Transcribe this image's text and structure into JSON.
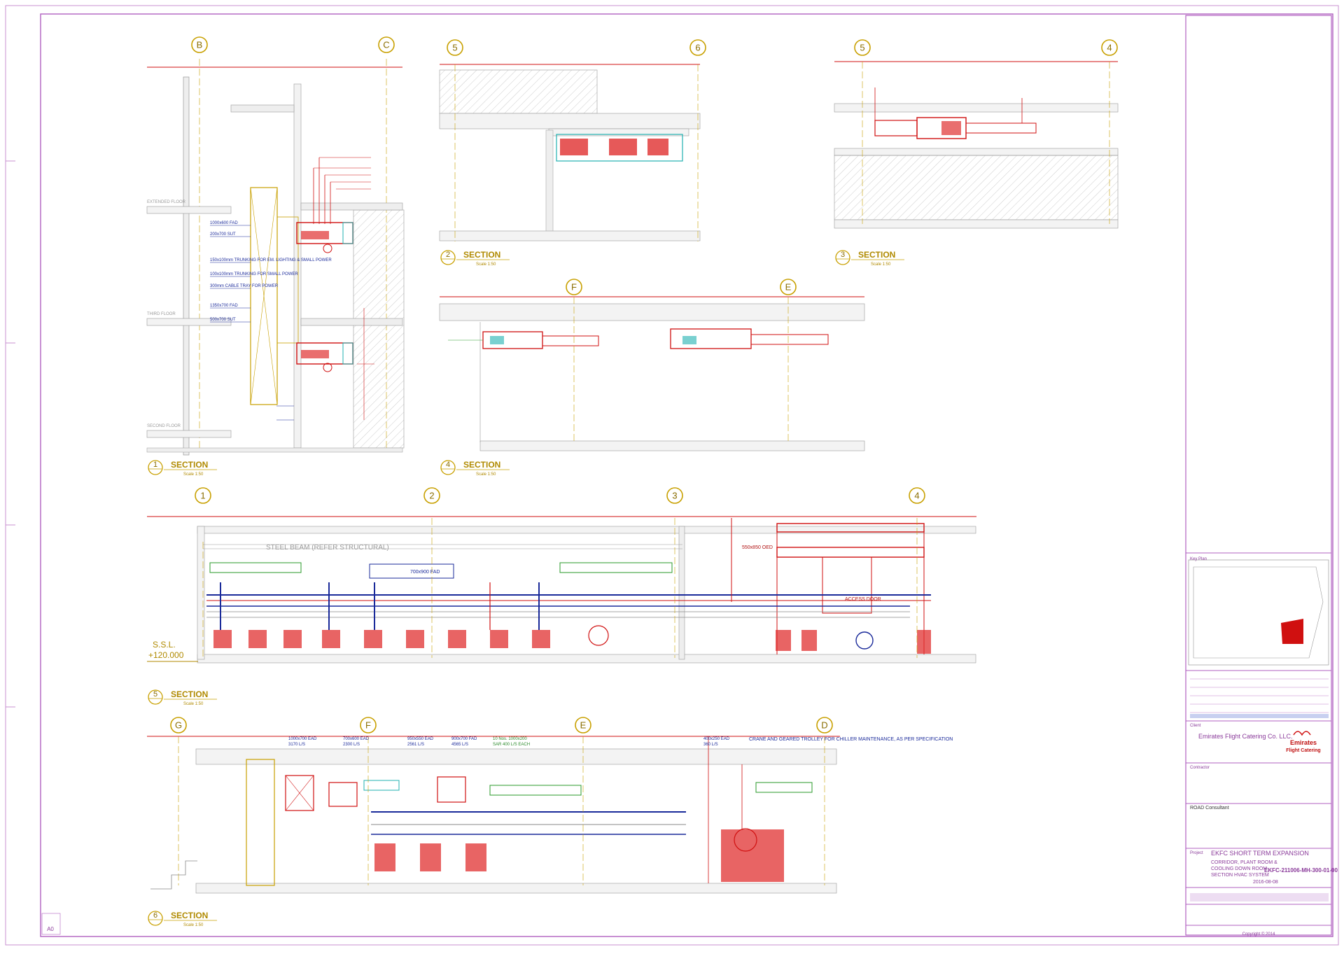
{
  "sections": [
    {
      "id": "sec1",
      "number": "1",
      "title": "SECTION",
      "scale": "Scale 1:50"
    },
    {
      "id": "sec2",
      "number": "2",
      "title": "SECTION",
      "scale": "Scale 1:50"
    },
    {
      "id": "sec3",
      "number": "3",
      "title": "SECTION",
      "scale": "Scale 1:50"
    },
    {
      "id": "sec4",
      "number": "4",
      "title": "SECTION",
      "scale": "Scale 1:50"
    },
    {
      "id": "sec5",
      "number": "5",
      "title": "SECTION",
      "scale": "Scale 1:50"
    },
    {
      "id": "sec6",
      "number": "6",
      "title": "SECTION",
      "scale": "Scale 1:50"
    }
  ],
  "grid_bubbles": {
    "sec1": [
      "B",
      "C"
    ],
    "sec2": [
      "5",
      "6"
    ],
    "sec3": [
      "5",
      "4"
    ],
    "sec4": [
      "F",
      "E"
    ],
    "sec5": [
      "1",
      "2",
      "3",
      "4"
    ],
    "sec6": [
      "G",
      "F",
      "E",
      "D"
    ]
  },
  "labels": {
    "steel_beam": "STEEL BEAM (REFER STRUCTURAL)",
    "ssl": "S.S.L.",
    "ssl_level": "+120.000",
    "fad_main": "700x900 FAD",
    "oed": "550x850 OED",
    "access_door": "ACCESS DOOR",
    "crane_note": "CRANE AND GEARED TROLLEY FOR CHILLER MAINTENANCE, AS PER SPECIFICATION",
    "duct_labels_sec6": [
      {
        "size": "1000x700 EAD",
        "flow": "3170 L/S"
      },
      {
        "size": "700x600 EAD",
        "flow": "2300 L/S"
      },
      {
        "size": "950x550 EAD",
        "flow": "2561 L/S"
      },
      {
        "size": "900x700 FAD",
        "flow": "4565 L/S"
      },
      {
        "size": "10 Nos. 1000x200",
        "flow": "SAR 400 L/S EACH"
      },
      {
        "size": "400x250 EAD",
        "flow": "360 L/S"
      }
    ],
    "sec1_notes": [
      "1000x600 FAD",
      "200x700 SUT",
      "150x100mm TRUNKING FOR EM. LIGHTING & SMALL POWER",
      "100x100mm TRUNKING FOR SMALL POWER",
      "300mm CABLE TRAY FOR POWER",
      "1350x700 FAD",
      "500x700 SUT"
    ],
    "sec1_floors": [
      "EXTENDED FLOOR",
      "THIRD FLOOR",
      "SECOND FLOOR"
    ]
  },
  "title_block": {
    "key_plan_label": "Key Plan",
    "client_label": "Client",
    "client_name": "Emirates Flight Catering Co. LLC.",
    "client_logo_text": "Emirates",
    "client_logo_sub": "Flight Catering",
    "contractor_label": "Contractor",
    "consultant": "ROAD Consultant",
    "project_label": "Project",
    "project_name": "EKFC SHORT TERM EXPANSION",
    "drawing_title_lines": [
      "CORRIDOR, PLANT ROOM &",
      "COOLING DOWN ROOM",
      "SECTION HVAC SYSTEM"
    ],
    "drawing_number": "EKFC-211006-MH-300-01-00",
    "date": "2016-08-08",
    "copyright": "Copyright © 2014"
  },
  "sheet_stamp": {
    "sheet_size": "A0"
  },
  "colors": {
    "frame": "#b060c0",
    "grid": "#c8a000",
    "duct_red": "#d01010",
    "pipe_blue": "#1a2a9a",
    "green": "#2a9a2a",
    "cyan": "#20b0b0"
  }
}
